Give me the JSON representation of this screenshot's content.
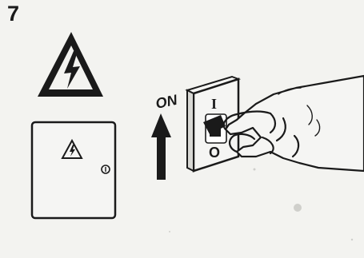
{
  "step": {
    "number": "7"
  },
  "switch": {
    "direction_label": "ON",
    "on_symbol": "I",
    "off_symbol": "O"
  },
  "icons": {
    "warning": "high-voltage-warning-icon",
    "cabinet": "electrical-cabinet-icon",
    "arrow": "arrow-up-icon",
    "switch": "power-switch-icon",
    "hand": "hand-icon"
  },
  "colors": {
    "ink": "#1a1a1a",
    "paper": "#f3f3f0"
  }
}
